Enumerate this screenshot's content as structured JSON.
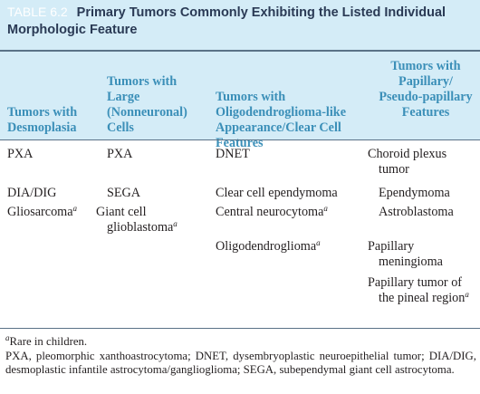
{
  "table": {
    "number": "TABLE 6.2",
    "title": "Primary Tumors Commonly Exhibiting the Listed Individual Morphologic Feature",
    "columns": [
      "Tumors with Desmoplasia",
      "Tumors with Large (Nonneuronal) Cells",
      "Tumors with Oligodendroglioma-like Appearance/Clear Cell Features",
      "Tumors with Papillary/ Pseudo-papillary Features"
    ],
    "col1": [
      "PXA",
      "DIA/DIG",
      "Gliosarcoma"
    ],
    "col2": [
      "PXA",
      "SEGA",
      "Giant cell glioblastoma"
    ],
    "col3": [
      "DNET",
      "Clear cell ependymoma",
      "Central neurocytoma",
      "Oligodendroglioma"
    ],
    "col4": [
      "Choroid plexus tumor",
      "Ependymoma",
      "Astroblastoma",
      "Papillary meningioma",
      "Papillary tumor of the pineal region"
    ],
    "sup_mark": "a"
  },
  "footnotes": {
    "rare": "Rare in children.",
    "abbreviations": "PXA, pleomorphic xanthoastrocytoma; DNET, dysembryoplastic neuroepithelial tumor; DIA/DIG, desmoplastic infantile astrocytoma/ganglioglioma; SEGA, subependymal giant cell astrocytoma."
  }
}
